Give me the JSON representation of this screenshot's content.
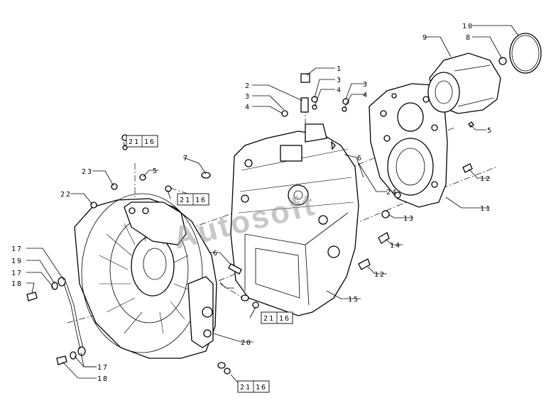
{
  "labels": {
    "l1": "1",
    "l2": "2",
    "l3a": "3",
    "l4a": "4",
    "l3b": "3",
    "l4b": "4",
    "l3c": "3",
    "l4c": "4",
    "l5a": "5",
    "l5b": "5",
    "l6a": "6",
    "l6b": "6",
    "l7": "7",
    "l8": "8",
    "l9": "9",
    "l10": "10",
    "l11": "11",
    "l12a": "12",
    "l12b": "12",
    "l13": "13",
    "l14": "14",
    "l15": "15",
    "l17a": "17",
    "l17b": "17",
    "l17c": "17",
    "l18a": "18",
    "l18b": "18",
    "l19": "19",
    "l20": "20",
    "l22": "22",
    "l23": "23",
    "l24": "24"
  },
  "refs": [
    {
      "left": "21",
      "right": "16"
    },
    {
      "left": "21",
      "right": "16"
    },
    {
      "left": "21",
      "right": "16"
    },
    {
      "left": "21",
      "right": "16"
    }
  ],
  "watermark": "Autosoft"
}
